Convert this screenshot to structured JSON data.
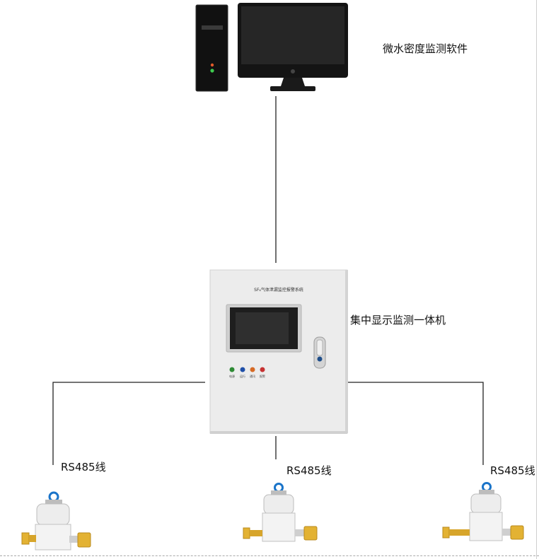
{
  "software_label": "微水密度监测软件",
  "display_unit_label": "集中显示监测一体机",
  "cabinet_title": "SF₆气体泄漏监控报警系统",
  "indicator_labels": [
    "电源",
    "运行",
    "通讯",
    "报警"
  ],
  "rs485_labels": [
    "RS485线",
    "RS485线",
    "RS485线"
  ],
  "colors": {
    "line": "#222222",
    "cabinet": "#ececec",
    "screen": "#1e1e1e",
    "brass": "#e3b233",
    "cap": "#1a74c9"
  }
}
